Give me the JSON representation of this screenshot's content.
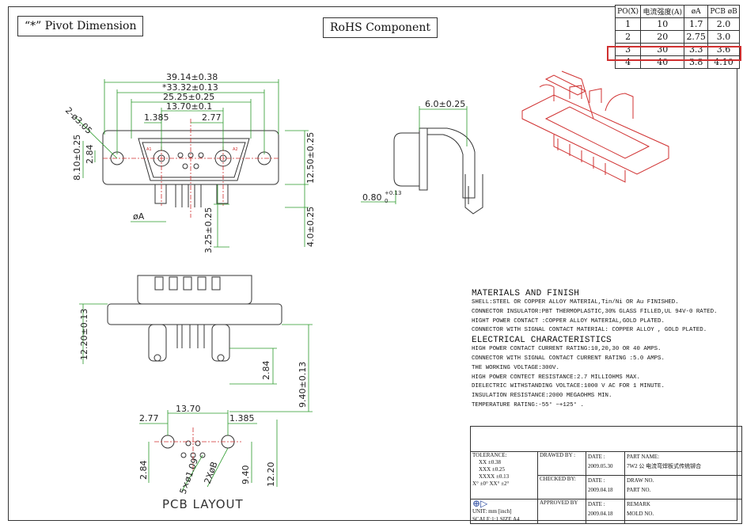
{
  "labels": {
    "pivot": "“*” Pivot Dimension",
    "rohs": "RoHS  Component",
    "pcb_layout": "PCB  LAYOUT"
  },
  "spec_table": {
    "headers": [
      "PO(X)",
      "电流强度(A)",
      "øA",
      "PCB øB"
    ],
    "rows": [
      [
        "1",
        "10",
        "1.7",
        "2.0"
      ],
      [
        "2",
        "20",
        "2.75",
        "3.0"
      ],
      [
        "3",
        "30",
        "3.3",
        "3.6"
      ],
      [
        "4",
        "40",
        "3.8",
        "4.10"
      ]
    ],
    "highlight_row": 3
  },
  "dims_top": {
    "d1": "39.14±0.38",
    "d2": "*33.32±0.13",
    "d3": "25.25±0.25",
    "d4": "13.70±0.1",
    "d5": "1.385",
    "d6": "2.77",
    "d7": "2-ø3.05",
    "d8": "8.10±0.25",
    "d9": "2.84",
    "d10": "12.50±0.25",
    "d11": "3.25±0.25",
    "d12": "4.0±0.25",
    "d13": "øA",
    "pin_a1": "A1",
    "pin_a2": "A2"
  },
  "dims_side": {
    "d1": "6.0±0.25",
    "d2": "0.80",
    "d2_tol": "+0.13",
    "d2_tol2": "0"
  },
  "dims_front": {
    "d1": "12.20±0.13",
    "d2": "2.84",
    "d3": "9.40±0.13"
  },
  "dims_pcb": {
    "d1": "13.70",
    "d2": "2.77",
    "d3": "1.385",
    "d4": "2.84",
    "d5": "5×ø1.09",
    "d6": "2XøB",
    "d7": "9.40",
    "d8": "12.20"
  },
  "notes": {
    "h1": "MATERIALS AND  FINISH",
    "m1": "SHELL:STEEL OR COPPER ALLOY MATERIAL,Tin/Ni OR Au FINISHED.",
    "m2": "CONNECTOR INSULATOR:PBT THERMOPLASTIC,30% GLASS FILLED,UL 94V-0 RATED.",
    "m3": "HIGHT POWER CONTACT :COPPER ALLOY MATERIAL,GOLD PLATED.",
    "m4": "CONNECTOR WITH SIGNAL CONTACT MATERIAL: COPPER ALLOY , GOLD PLATED.",
    "h2": "ELECTRICAL CHARACTERISTICS",
    "e1": "HIGH POWER CONTACT CURRENT RATING:10,20,30 OR 40 AMPS.",
    "e2": "CONNECTOR WITH SIGNAL CONTACT CURRENT RATING :5.0 AMPS.",
    "e3": "THE WORKING VOLTAGE:300V.",
    "e4": "HIGH POWER CONTECT RESISTANCE:2.7 MILLIOHMS MAX.",
    "e5": "DIELECTRIC WITHSTANDING VOLTACE:1000 V AC FOR 1 MINUTE.",
    "e6": "INSULATION RESISTANCE:2000 MEGAOHMS MIN.",
    "e7": "TEMPERATURE RATING:-55° ~+125° ."
  },
  "title_block": {
    "tolerance": "TOLERANCE:",
    "tol_xx": "XX  ±0.38",
    "tol_xxx": "XXX  ±0.25",
    "tol_xxxx": "XXXX ±0.13",
    "tol_angle": "X° ±0°   XX° ±2°",
    "unit": "UNIT: mm [inch]",
    "scale": "SCALE:1:1",
    "size": "SIZE  A4",
    "drawed_by": "DRAWED BY :",
    "checked_by": "CHECKED BY:",
    "approved_by": "APPROVED BY",
    "date_label": "DATE :",
    "date1": "2009.05.30",
    "date2": "2009.04.18",
    "date3": "2009.04.18",
    "part_name_label": "PART NAME:",
    "part_name": "7W2 公 电流弯焊板式传统铆合",
    "draw_no": "DRAW NO.",
    "part_no": "PART NO.",
    "remark": "REMARK",
    "mold_no": "MOLD NO."
  }
}
